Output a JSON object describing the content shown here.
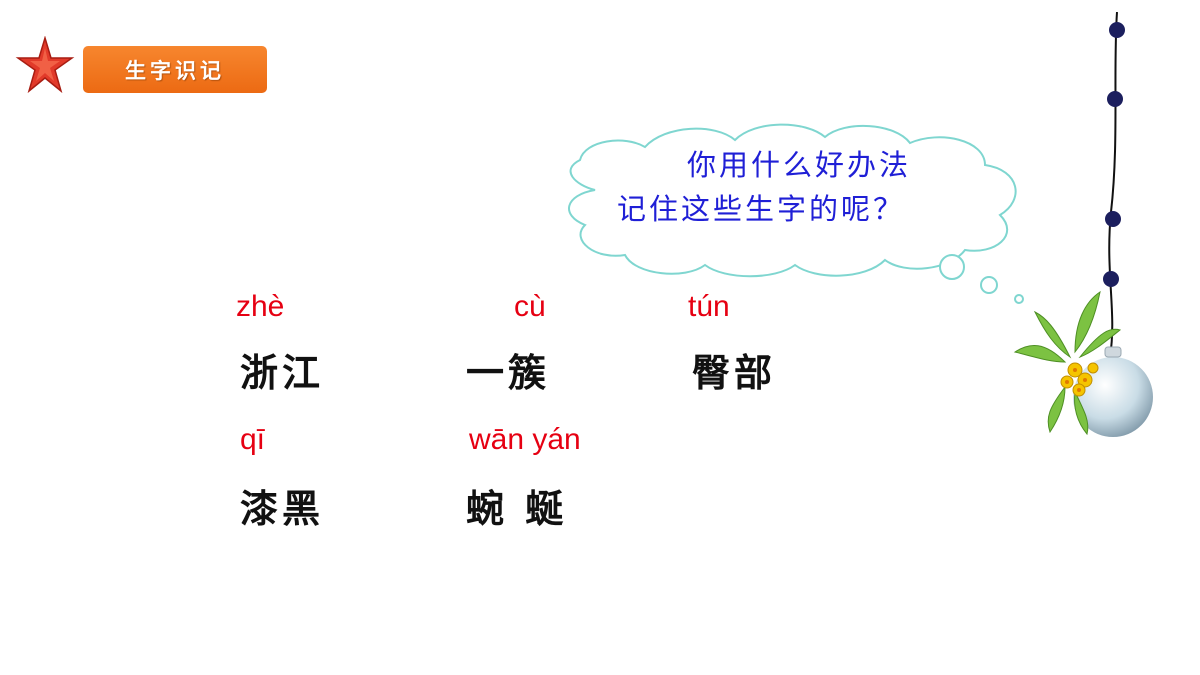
{
  "header": {
    "badge_label": "生字识记",
    "star_icon": "red-star-icon",
    "badge_color": "#f07a22"
  },
  "thought_bubble": {
    "line1": "你用什么好办法",
    "line2": "记住这些生字的呢？",
    "text_color": "#1f1fd6"
  },
  "words": [
    {
      "pinyin": "zhè",
      "hanzi": "浙江"
    },
    {
      "pinyin": "cù",
      "hanzi": "一簇"
    },
    {
      "pinyin": "tún",
      "hanzi": "臀部"
    },
    {
      "pinyin": "qī",
      "hanzi": "漆黑"
    },
    {
      "pinyin": "wān yán",
      "hanzi": "蜿 蜒"
    }
  ],
  "decoration": {
    "ornament": "hanging-flower-ornament-icon"
  }
}
